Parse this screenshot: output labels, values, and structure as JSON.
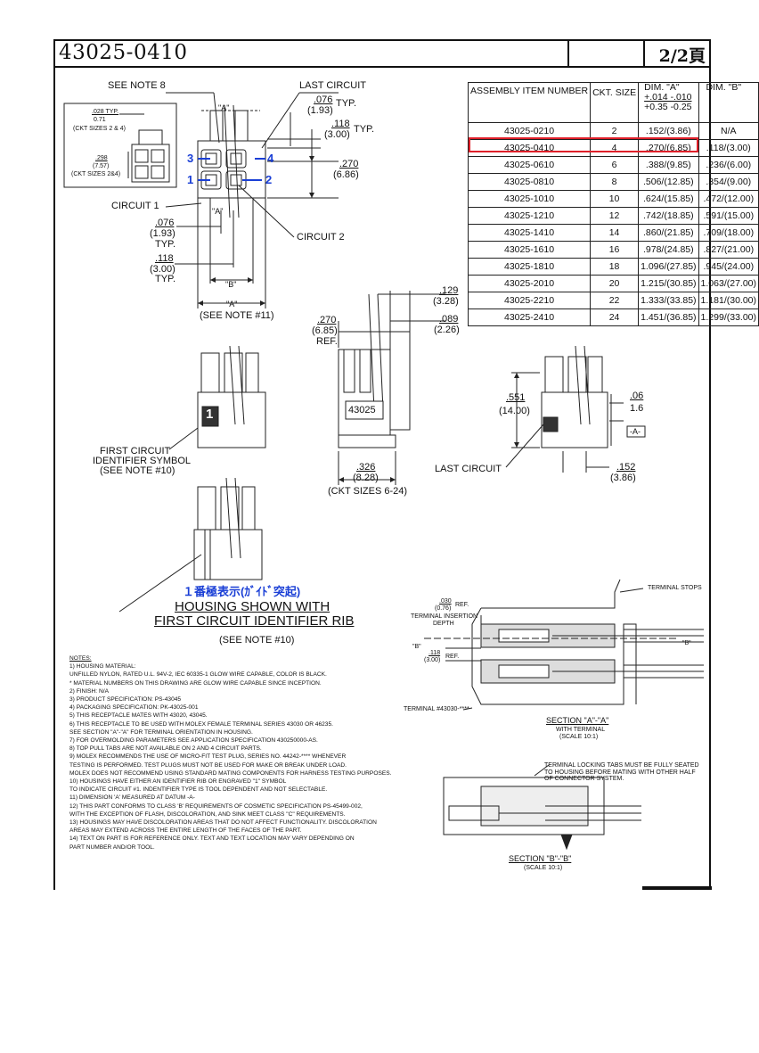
{
  "header": {
    "part_number": "43025-0410",
    "page": "2/2頁"
  },
  "table": {
    "headers": {
      "item": "ASSEMBLY ITEM NUMBER",
      "ckt": "CKT. SIZE",
      "dim_a": "DIM.   \"A\"",
      "dim_a_tol1": "+.014 -.010",
      "dim_a_tol2": "+0.35 -0.25",
      "dim_b": "DIM.   \"B\""
    },
    "rows": [
      [
        "43025-0210",
        "2",
        ".152/(3.86)",
        "N/A"
      ],
      [
        "43025-0410",
        "4",
        ".270/(6.85)",
        ".118/(3.00)"
      ],
      [
        "43025-0610",
        "6",
        ".388/(9.85)",
        ".236/(6.00)"
      ],
      [
        "43025-0810",
        "8",
        ".506/(12.85)",
        ".354/(9.00)"
      ],
      [
        "43025-1010",
        "10",
        ".624/(15.85)",
        ".472/(12.00)"
      ],
      [
        "43025-1210",
        "12",
        ".742/(18.85)",
        ".591/(15.00)"
      ],
      [
        "43025-1410",
        "14",
        ".860/(21.85)",
        ".709/(18.00)"
      ],
      [
        "43025-1610",
        "16",
        ".978/(24.85)",
        ".827/(21.00)"
      ],
      [
        "43025-1810",
        "18",
        "1.096/(27.85)",
        ".945/(24.00)"
      ],
      [
        "43025-2010",
        "20",
        "1.215/(30.85)",
        "1.063/(27.00)"
      ],
      [
        "43025-2210",
        "22",
        "1.333/(33.85)",
        "1.181/(30.00)"
      ],
      [
        "43025-2410",
        "24",
        "1.451/(36.85)",
        "1.299/(33.00)"
      ]
    ],
    "highlight_color": "#e0202a"
  },
  "labels": {
    "see_note_8": "SEE NOTE 8",
    "last_circuit_top": "LAST CIRCUIT",
    "a_top": "\"A\"",
    "dim_076_top": ".076",
    "dim_193_top": "(1.93)",
    "typ1": "TYP.",
    "dim_118": ".118",
    "dim_300": "(3.00)",
    "typ2": "TYP.",
    "dim_270": ".270",
    "dim_686": "(6.86)",
    "inset_028": ".028 TYP.",
    "inset_071": "0.71",
    "inset_ckt24": "(CKT SIZES 2 & 4)",
    "inset_298": ".298",
    "inset_757": "(7.57)",
    "inset_ckt24b": "(CKT SIZES 2&4)",
    "pin3": "3",
    "pin4": "4",
    "pin1": "1",
    "pin2": "2",
    "circuit1": "CIRCUIT 1",
    "circuit2": "CIRCUIT 2",
    "a_mid": "\"A\"",
    "dim_076b": ".076",
    "dim_193b": "(1.93)",
    "typ3": "TYP.",
    "dim_118b": ".118",
    "dim_300b": "(3.00)",
    "typ4": "TYP.",
    "b_label": "\"B\"",
    "a_bottom": "\"A\"",
    "see_note_11": "(SEE NOTE #11)",
    "side_270": ".270",
    "side_685": "(6.85)",
    "side_ref": "REF.",
    "side_129": ".129",
    "side_328": "(3.28)",
    "side_089": ".089",
    "side_226": "(2.26)",
    "label_43025": "43025",
    "side_326": ".326",
    "side_828": "(8.28)",
    "ckt_624": "(CKT SIZES 6-24)",
    "first_ckt_1": "FIRST CIRCUIT",
    "first_ckt_2": "IDENTIFIER SYMBOL",
    "first_ckt_3": "(SEE NOTE #10)",
    "id_symbol": "1",
    "r_551": ".551",
    "r_1400": "(14.00)",
    "r_06": ".06",
    "r_16": "1.6",
    "datum_a": "-A-",
    "last_circuit_r": "LAST CIRCUIT",
    "r_152": ".152",
    "r_386": "(3.86)",
    "jp_note": "１番極表示(ｶﾞｲﾄﾞ突起)",
    "housing_1": "HOUSING SHOWN WITH",
    "housing_2": "FIRST CIRCUIT IDENTIFIER RIB",
    "see_note_10": "(SEE NOTE #10)",
    "terminal_stops": "TERMINAL STOPS",
    "s_030": ".030",
    "s_076": "(0.76)",
    "s_ref": "REF.",
    "s_tid1": "TERMINAL INSERTION",
    "s_tid2": "DEPTH",
    "s_118": ".118",
    "s_300": "(3.00)",
    "s_ref2": "REF.",
    "s_b1": "\"B\"",
    "s_b2": "\"B\"",
    "terminal_43030": "TERMINAL #43030-****",
    "section_aa": "SECTION \"A\"-\"A\"",
    "with_terminal": "WITH TERMINAL",
    "scale_aa": "(SCALE 10:1)",
    "lock_1": "TERMINAL LOCKING TABS MUST BE FULLY SEATED",
    "lock_2": "TO HOUSING BEFORE MATING WITH OTHER HALF",
    "lock_3": "OF CONNECTOR SYSTEM.",
    "section_bb": "SECTION \"B\"-\"B\"",
    "scale_bb": "(SCALE 10:1)"
  },
  "notes": {
    "title": "NOTES:",
    "lines": [
      "1)  HOUSING MATERIAL:",
      "     UNFILLED NYLON, RATED U.L. 94V-2, IEC 60335-1 GLOW WIRE CAPABLE, COLOR IS BLACK.",
      "     * MATERIAL NUMBERS ON THIS DRAWING ARE GLOW WIRE CAPABLE SINCE INCEPTION.",
      "2)  FINISH:  N/A",
      "3)  PRODUCT SPECIFICATION:  PS-43045",
      "4)  PACKAGING SPECIFICATION:  PK-43025-001",
      "5)  THIS RECEPTACLE MATES WITH 43020, 43045.",
      "6)  THIS RECEPTACLE TO BE USED WITH MOLEX FEMALE TERMINAL SERIES 43030 OR 46235.",
      "     SEE SECTION \"A\"-\"A\"  FOR TERMINAL ORIENTATION IN HOUSING.",
      "7)  FOR OVERMOLDING PARAMETERS SEE APPLICATION SPECIFICATION 430250000-AS.",
      "8)  TOP PULL TABS ARE NOT AVAILABLE ON 2 AND 4 CIRCUIT PARTS.",
      "9)  MOLEX RECOMMENDS THE USE OF MICRO-FIT TEST PLUG, SERIES NO. 44242-****  WHENEVER",
      "     TESTING IS PERFORMED.  TEST PLUGS MUST NOT BE USED FOR MAKE OR BREAK UNDER LOAD.",
      "     MOLEX DOES NOT RECOMMEND USING STANDARD MATING COMPONENTS FOR HARNESS TESTING PURPOSES.",
      "10)  HOUSINGS HAVE EITHER AN IDENTIFIER RIB OR ENGRAVED \"1\" SYMBOL",
      "      TO INDICATE CIRCUIT #1. INDENTIFIER TYPE IS TOOL DEPENDENT AND NOT SELECTABLE.",
      "11)  DIMENSION 'A' MEASURED AT DATUM  -A-",
      "12)  THIS PART CONFORMS TO CLASS 'B' REQUIREMENTS OF COSMETIC SPECIFICATION PS-45499-002,",
      "      WITH THE EXCEPTION OF FLASH, DISCOLORATION, AND SINK MEET CLASS \"C\" REQUIREMENTS.",
      "13)  HOUSINGS MAY HAVE DISCOLORATION AREAS THAT DO NOT AFFECT FUNCTIONALITY. DISCOLORATION",
      "      AREAS MAY EXTEND ACROSS THE ENTIRE LENGTH OF THE FACES OF THE PART.",
      "14)  TEXT ON PART IS FOR REFERENCE ONLY. TEXT AND TEXT LOCATION MAY VARY DEPENDING ON",
      "      PART NUMBER AND/OR TOOL."
    ]
  }
}
